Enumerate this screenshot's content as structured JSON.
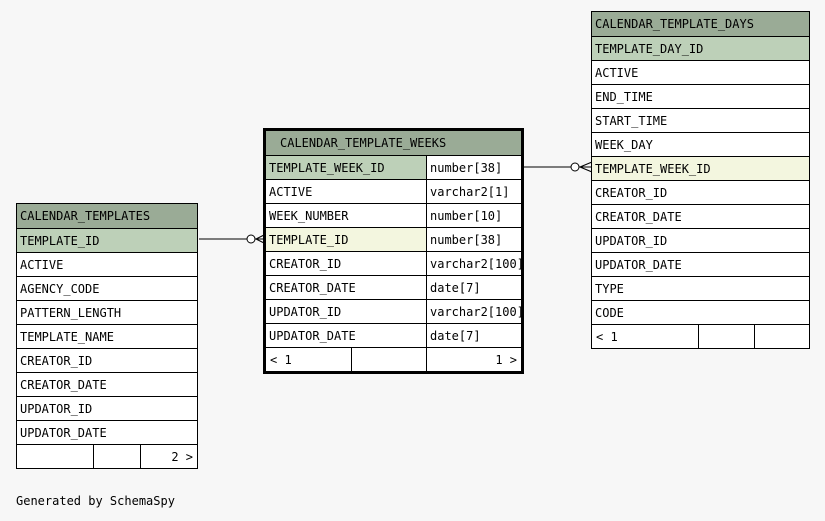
{
  "tables": {
    "calendar_templates": {
      "title": "CALENDAR_TEMPLATES",
      "columns": [
        "TEMPLATE_ID",
        "ACTIVE",
        "AGENCY_CODE",
        "PATTERN_LENGTH",
        "TEMPLATE_NAME",
        "CREATOR_ID",
        "CREATOR_DATE",
        "UPDATOR_ID",
        "UPDATOR_DATE"
      ],
      "footer": [
        "",
        "",
        "2 >"
      ]
    },
    "calendar_template_weeks": {
      "title": "CALENDAR_TEMPLATE_WEEKS",
      "columns": [
        {
          "name": "TEMPLATE_WEEK_ID",
          "type": "number[38]"
        },
        {
          "name": "ACTIVE",
          "type": "varchar2[1]"
        },
        {
          "name": "WEEK_NUMBER",
          "type": "number[10]"
        },
        {
          "name": "TEMPLATE_ID",
          "type": "number[38]"
        },
        {
          "name": "CREATOR_ID",
          "type": "varchar2[100]"
        },
        {
          "name": "CREATOR_DATE",
          "type": "date[7]"
        },
        {
          "name": "UPDATOR_ID",
          "type": "varchar2[100]"
        },
        {
          "name": "UPDATOR_DATE",
          "type": "date[7]"
        }
      ],
      "footer": [
        "< 1",
        "",
        "1 >"
      ]
    },
    "calendar_template_days": {
      "title": "CALENDAR_TEMPLATE_DAYS",
      "columns": [
        "TEMPLATE_DAY_ID",
        "ACTIVE",
        "END_TIME",
        "START_TIME",
        "WEEK_DAY",
        "TEMPLATE_WEEK_ID",
        "CREATOR_ID",
        "CREATOR_DATE",
        "UPDATOR_ID",
        "UPDATOR_DATE",
        "TYPE",
        "CODE"
      ],
      "footer": [
        "< 1",
        "",
        ""
      ]
    }
  },
  "footer_text": "Generated by SchemaSpy"
}
